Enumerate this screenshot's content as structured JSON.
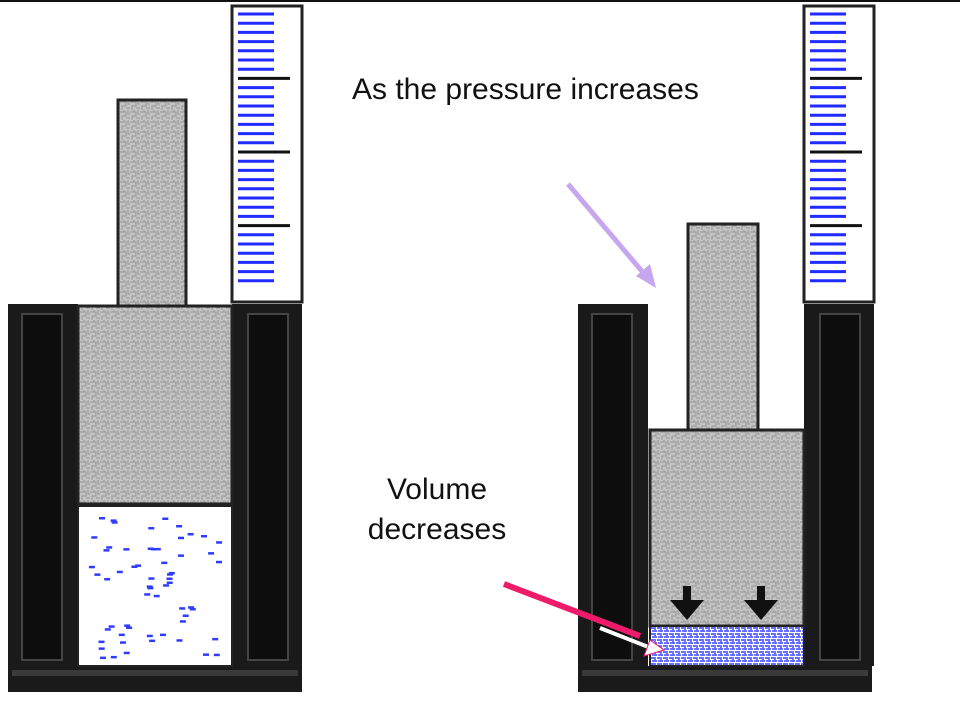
{
  "labels": {
    "pressure": "As the pressure increases",
    "volume_line1": "Volume",
    "volume_line2": "decreases"
  },
  "colors": {
    "background": "#ffffff",
    "cylinder_wall": "#1a1a1a",
    "cylinder_inner": "#2b2b2b",
    "piston_fill": "#bdbdbd",
    "gas_particles": "#2f3cff",
    "ruler_ticks_minor": "#1f2bff",
    "ruler_ticks_major": "#111111",
    "arrow_pressure": "#c7a6f0",
    "arrow_volume": "#ee1a6a",
    "down_arrows": "#111111"
  },
  "icons": {
    "pressure_arrow": "diagonal-arrow-icon",
    "volume_arrow": "diagonal-arrow-icon",
    "compression": "down-arrow-icon"
  }
}
